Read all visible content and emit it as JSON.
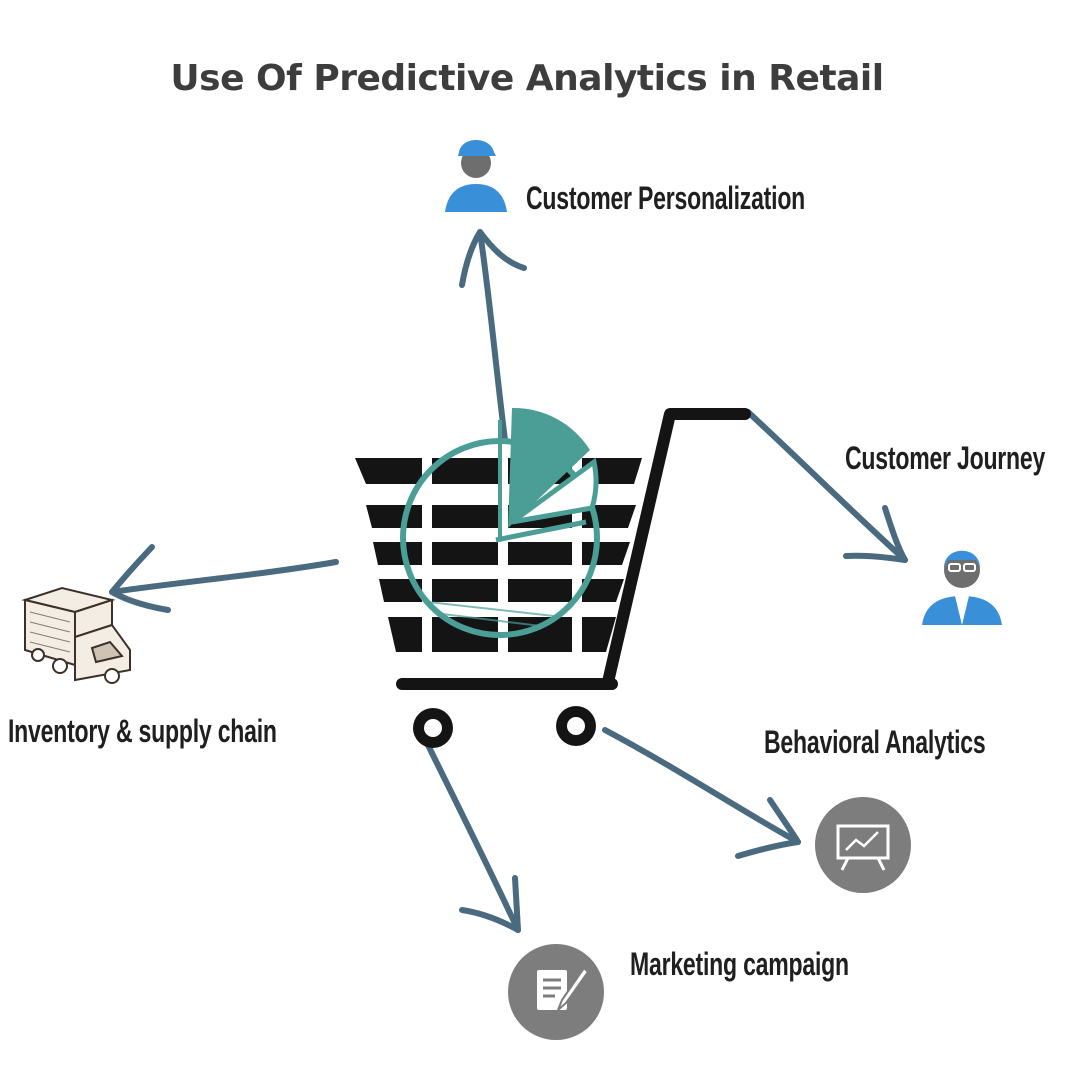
{
  "title": "Use Of Predictive Analytics  in Retail",
  "nodes": {
    "customer_personalization": {
      "label": "Customer Personalization",
      "icon": "person-cap-icon"
    },
    "customer_journey": {
      "label": "Customer Journey",
      "icon": "woman-glasses-icon"
    },
    "inventory": {
      "label": "Inventory & supply chain",
      "icon": "delivery-truck-icon"
    },
    "behavioral_analytics": {
      "label": "Behavioral Analytics",
      "icon": "presentation-chart-icon"
    },
    "marketing_campaign": {
      "label": "Marketing campaign",
      "icon": "document-pencil-icon"
    }
  },
  "center": {
    "icon": "shopping-cart-icon",
    "overlay_icon": "pie-chart-icon"
  },
  "colors": {
    "title": "#3d3d3d",
    "label": "#1f1f1f",
    "arrow": "#4a6a80",
    "cart": "#141414",
    "teal": "#4a9e96",
    "person_blue": "#3a8fd9",
    "person_gray": "#6e6e6e",
    "circle_gray": "#7d7d7d"
  }
}
